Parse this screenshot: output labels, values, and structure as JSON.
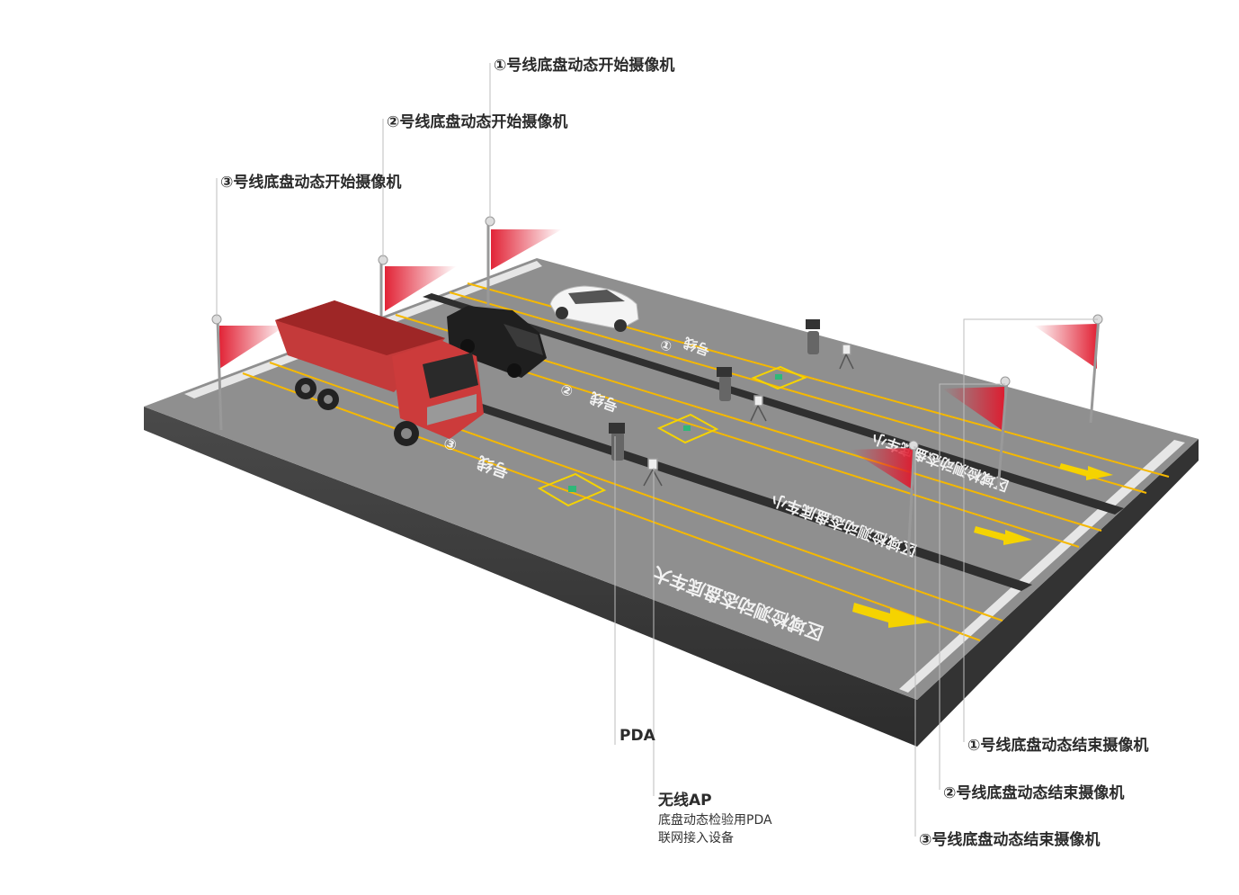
{
  "labels": {
    "start_cam_1": "①号线底盘动态开始摄像机",
    "start_cam_2": "②号线底盘动态开始摄像机",
    "start_cam_3": "③号线底盘动态开始摄像机",
    "end_cam_1": "①号线底盘动态结束摄像机",
    "end_cam_2": "②号线底盘动态结束摄像机",
    "end_cam_3": "③号线底盘动态结束摄像机",
    "pda": "PDA",
    "ap_title": "无线AP",
    "ap_desc_1": "底盘动态检验用PDA",
    "ap_desc_2": "联网接入设备"
  },
  "lanes": {
    "lane_1_number": "①",
    "lane_2_number": "②",
    "lane_3_number": "③",
    "lane_1_sign": "区域检测动态盘底车小",
    "lane_2_sign": "区域检测动态盘底车小",
    "lane_3_sign": "区域检测动态盘底车大",
    "lane_tag": "号线"
  },
  "colors": {
    "asphalt": "#8d8d8d",
    "platform_side": "#3c3c3c",
    "lane_line": "#f5b800",
    "truck": "#c43a3a",
    "camera_beam": "#e0182c",
    "leader_line": "#bdbdbd"
  }
}
